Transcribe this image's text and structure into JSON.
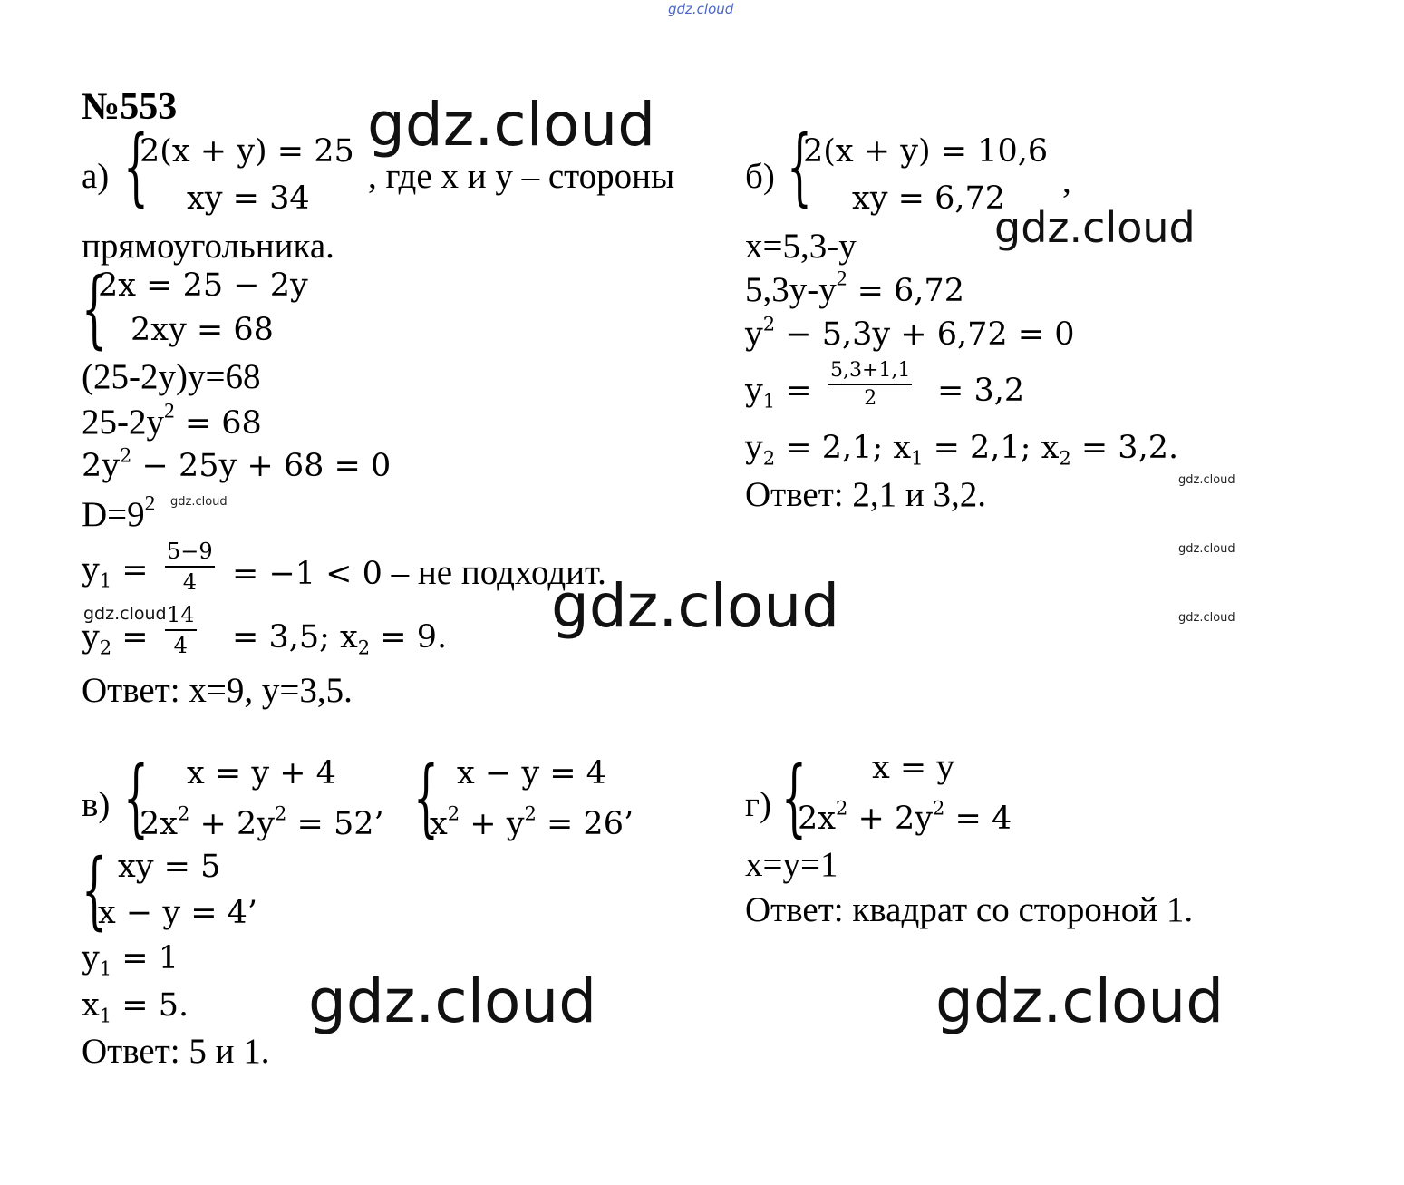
{
  "watermarks": {
    "top": "gdz.cloud",
    "main": "gdz.cloud",
    "small": "gdz.cloud"
  },
  "problem_number": "№553",
  "a": {
    "label": "а)",
    "eq1": "2(x + y) = 25",
    "eq2": "xy = 34",
    "note": ", где x и y – стороны",
    "note2": "прямоугольника.",
    "s1": "2x = 25 − 2y",
    "s2": "2xy = 68",
    "l1": "(25-2y)y=68",
    "l2_base": "25-2y",
    "l2_rest": " = 68",
    "l3_a": "2y",
    "l3_b": " − 25y + 68 = 0",
    "l4_base": "D=9",
    "y1_lhs": "y",
    "y1_num": "5−9",
    "y1_den": "4",
    "y1_rhs": "= −1 < 0",
    "y1_note": " – не подходит.",
    "y2_lhs": "y",
    "y2_num": "14",
    "y2_den": "4",
    "y2_rhs": "= 3,5;  x",
    "y2_tail": " = 9.",
    "answer": "Ответ: x=9, y=3,5."
  },
  "b": {
    "label": "б)",
    "eq1": "2(x + y) = 10,6",
    "eq2": "xy = 6,72",
    "comma": ",",
    "l1": "x=5,3-y",
    "l2_base": "5,3y-y",
    "l2_rest": " = 6,72",
    "l3_a": "y",
    "l3_b": " − 5,3y + 6,72 = 0",
    "y1_lhs": "y",
    "y1_num": "5,3+1,1",
    "y1_den": "2",
    "y1_rhs": "= 3,2",
    "l5_a": "y",
    "l5_b": " = 2,1;  x",
    "l5_c": " = 2,1;  x",
    "l5_d": " = 3,2.",
    "answer": "Ответ: 2,1 и 3,2."
  },
  "v": {
    "label": "в)",
    "sys1_eq1": "x = y + 4",
    "sys1_eq2_a": "2x",
    "sys1_eq2_b": " + 2y",
    "sys1_eq2_c": " = 52’",
    "sys2_eq1": "x − y = 4",
    "sys2_eq2_a": "x",
    "sys2_eq2_b": " + y",
    "sys2_eq2_c": " = 26’",
    "sys3_eq1": "xy = 5",
    "sys3_eq2": "x − y = 4’",
    "y1_a": "y",
    "y1_b": " = 1",
    "x1_a": "x",
    "x1_b": " = 5.",
    "answer": "Ответ: 5 и 1."
  },
  "g": {
    "label": "г)",
    "eq1": "x = y",
    "eq2_a": "2x",
    "eq2_b": " + 2y",
    "eq2_c": " = 4",
    "l1": "x=y=1",
    "answer": "Ответ: квадрат со стороной 1."
  },
  "sup2": "2",
  "sub1": "1",
  "sub2": "2"
}
